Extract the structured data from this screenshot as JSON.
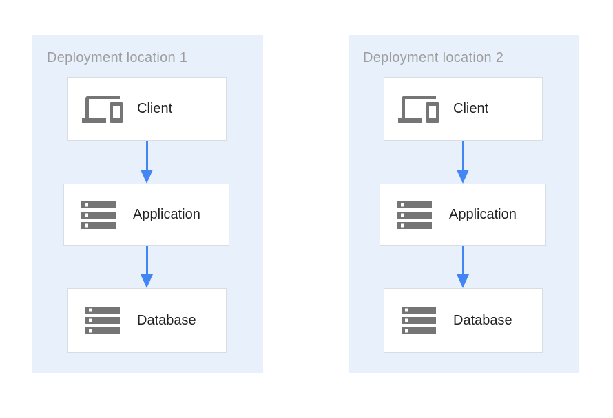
{
  "diagram": {
    "panels": [
      {
        "title": "Deployment location 1",
        "nodes": [
          {
            "label": "Client",
            "icon": "devices-icon"
          },
          {
            "label": "Application",
            "icon": "storage-icon"
          },
          {
            "label": "Database",
            "icon": "storage-icon"
          }
        ],
        "connections": [
          {
            "from": "Client",
            "to": "Application"
          },
          {
            "from": "Application",
            "to": "Database"
          }
        ]
      },
      {
        "title": "Deployment location 2",
        "nodes": [
          {
            "label": "Client",
            "icon": "devices-icon"
          },
          {
            "label": "Application",
            "icon": "storage-icon"
          },
          {
            "label": "Database",
            "icon": "storage-icon"
          }
        ],
        "connections": [
          {
            "from": "Client",
            "to": "Application"
          },
          {
            "from": "Application",
            "to": "Database"
          }
        ]
      }
    ],
    "colors": {
      "panel_bg": "#E7F0FB",
      "arrow_color": "#4285F4",
      "icon_color": "#757575",
      "title_color": "#9E9E9E",
      "box_border": "#D9DCE0",
      "label_color": "#212121"
    }
  }
}
